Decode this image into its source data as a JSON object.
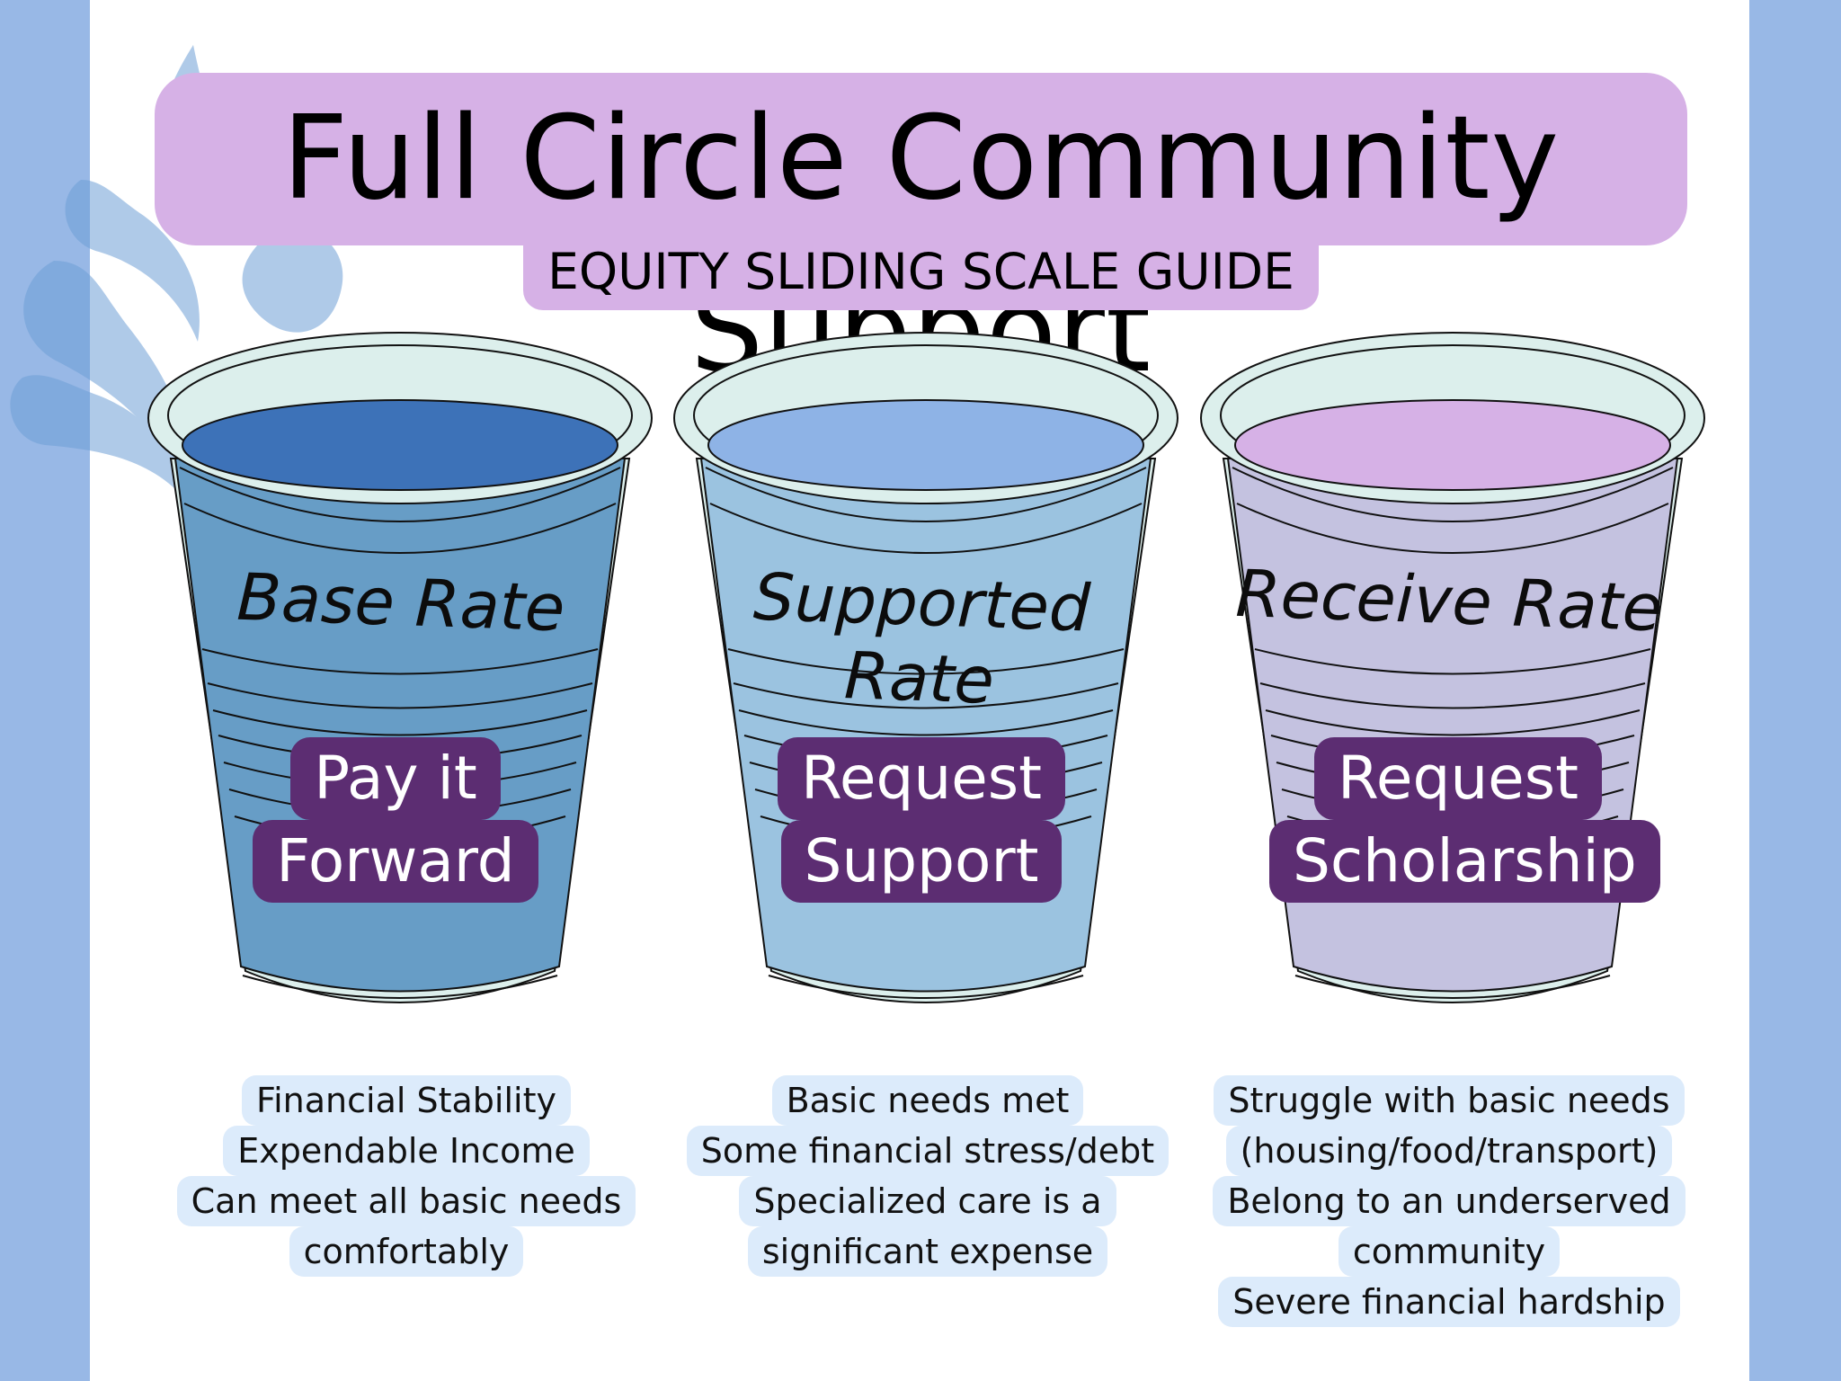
{
  "title": "Full Circle Community Support",
  "subtitle": "EQUITY SLIDING SCALE GUIDE",
  "colors": {
    "side_band": "#98b8e6",
    "title_bg": "#d6b1e6",
    "button_bg": "#5c2d72",
    "desc_bg": "#dcebfb"
  },
  "cups": [
    {
      "rate": "Base Rate",
      "action_lines": [
        "Pay it",
        "Forward"
      ],
      "description": [
        "Financial Stability",
        "Expendable Income",
        "Can meet all basic needs",
        "comfortably"
      ],
      "liquid_color": "#679dc6",
      "surface_color": "#3d72b8"
    },
    {
      "rate": "Supported Rate",
      "action_lines": [
        "Request",
        "Support"
      ],
      "description": [
        "Basic needs met",
        "Some financial stress/debt",
        "Specialized care is a",
        "significant expense"
      ],
      "liquid_color": "#9bc3e0",
      "surface_color": "#8eb3e6"
    },
    {
      "rate": "Receive Rate",
      "action_lines": [
        "Request",
        "Scholarship"
      ],
      "description": [
        "Struggle with basic needs",
        "(housing/food/transport)",
        "Belong to an underserved",
        "community",
        "Severe financial hardship"
      ],
      "liquid_color": "#c4c2e0",
      "surface_color": "#d6b1e6"
    }
  ]
}
